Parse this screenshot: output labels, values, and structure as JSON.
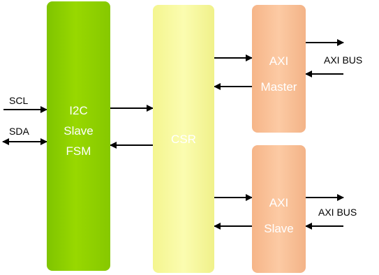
{
  "blocks": {
    "i2c_fsm": {
      "line1": "I2C",
      "line2": "Slave",
      "line3": "FSM"
    },
    "csr": {
      "label": "CSR"
    },
    "axi_master": {
      "line1": "AXI",
      "line2": "Master"
    },
    "axi_slave": {
      "line1": "AXI",
      "line2": "Slave"
    }
  },
  "signals": {
    "scl": "SCL",
    "sda": "SDA",
    "axi_bus_master": "AXI BUS",
    "axi_bus_slave": "AXI BUS"
  },
  "colors": {
    "i2c_fsm": "#8fd000",
    "csr": "#f8f9a0",
    "axi_blocks": "#f9bf98",
    "arrows": "#000000",
    "block_text": "#ffffff"
  }
}
